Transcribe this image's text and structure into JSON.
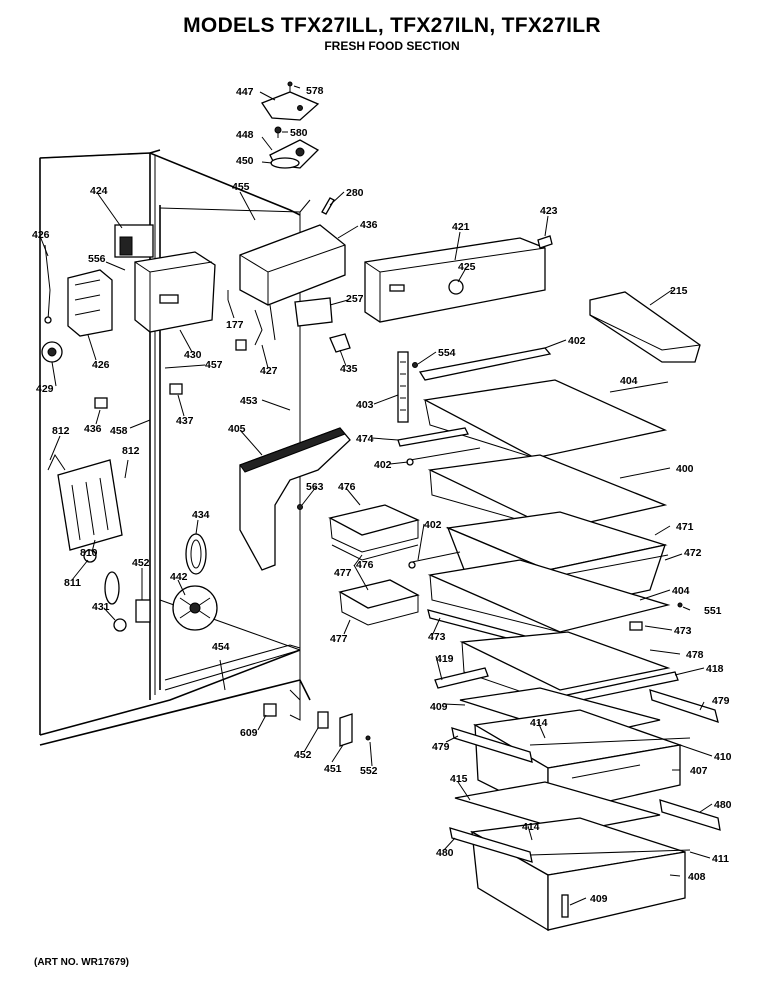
{
  "header": {
    "title": "MODELS TFX27ILL, TFX27ILN, TFX27ILR",
    "subtitle": "FRESH FOOD SECTION"
  },
  "footer": {
    "art_no": "(ART NO. WR17679)"
  },
  "callouts": [
    "447",
    "578",
    "448",
    "580",
    "450",
    "280",
    "455",
    "436",
    "424",
    "426",
    "556",
    "426",
    "429",
    "430",
    "177",
    "427",
    "257",
    "435",
    "457",
    "437",
    "436",
    "458",
    "812",
    "812",
    "810",
    "811",
    "434",
    "452",
    "442",
    "431",
    "453",
    "405",
    "563",
    "476",
    "477",
    "476",
    "477",
    "454",
    "609",
    "452",
    "451",
    "552",
    "421",
    "423",
    "425",
    "215",
    "554",
    "402",
    "403",
    "404",
    "474",
    "402",
    "400",
    "402",
    "471",
    "472",
    "404",
    "551",
    "473",
    "473",
    "419",
    "478",
    "418",
    "479",
    "409",
    "414",
    "410",
    "479",
    "407",
    "415",
    "480",
    "414",
    "411",
    "480",
    "408",
    "409"
  ]
}
